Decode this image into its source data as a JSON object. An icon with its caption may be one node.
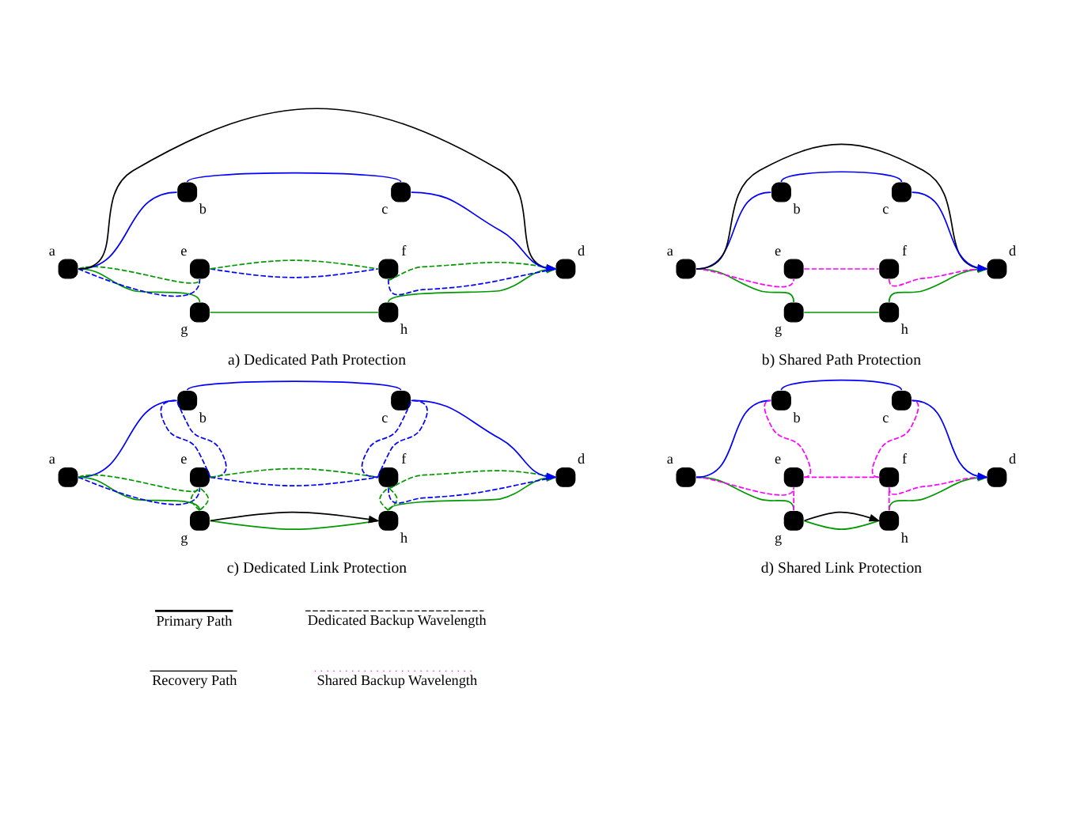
{
  "diagram": {
    "nodes": [
      {
        "text": [],
        "shape": "circle",
        "beside": [
          "a"
        ]
      },
      {
        "text": [],
        "shape": "circle",
        "beside": [
          "b"
        ]
      },
      {
        "text": [],
        "shape": "circle",
        "beside": [
          "c"
        ]
      },
      {
        "text": [],
        "shape": "circle",
        "beside": [
          "d"
        ]
      },
      {
        "text": [],
        "shape": "circle",
        "beside": [
          "e"
        ]
      },
      {
        "text": [],
        "shape": "circle",
        "beside": [
          "f"
        ]
      },
      {
        "text": [],
        "shape": "circle",
        "beside": [
          "g"
        ]
      },
      {
        "text": [],
        "shape": "circle",
        "beside": [
          "h"
        ]
      },
      {
        "text": [],
        "shape": "circle",
        "beside": [
          "a"
        ]
      },
      {
        "text": [],
        "shape": "circle",
        "beside": [
          "b"
        ]
      },
      {
        "text": [],
        "shape": "circle",
        "beside": [
          "c"
        ]
      },
      {
        "text": [],
        "shape": "circle",
        "beside": [
          "d"
        ]
      },
      {
        "text": [],
        "shape": "circle",
        "beside": [
          "e"
        ]
      },
      {
        "text": [],
        "shape": "circle",
        "beside": [
          "f"
        ]
      },
      {
        "text": [],
        "shape": "circle",
        "beside": [
          "g"
        ]
      },
      {
        "text": [],
        "shape": "circle",
        "beside": [
          "h"
        ]
      },
      {
        "text": [],
        "shape": "circle",
        "beside": [
          "a"
        ]
      },
      {
        "text": [],
        "shape": "circle",
        "beside": [
          "b"
        ]
      },
      {
        "text": [],
        "shape": "circle",
        "beside": [
          "c"
        ]
      },
      {
        "text": [],
        "shape": "circle",
        "beside": [
          "d"
        ]
      },
      {
        "text": [],
        "shape": "circle",
        "beside": [
          "e"
        ]
      },
      {
        "text": [],
        "shape": "circle",
        "beside": [
          "f"
        ]
      },
      {
        "text": [],
        "shape": "circle",
        "beside": [
          "g"
        ]
      },
      {
        "text": [],
        "shape": "circle",
        "beside": [
          "h"
        ]
      },
      {
        "text": [],
        "shape": "circle",
        "beside": [
          "a"
        ]
      },
      {
        "text": [],
        "shape": "circle",
        "beside": [
          "b"
        ]
      },
      {
        "text": [],
        "shape": "circle",
        "beside": [
          "c"
        ]
      },
      {
        "text": [],
        "shape": "circle",
        "beside": [
          "d"
        ]
      },
      {
        "text": [],
        "shape": "circle",
        "beside": [
          "e"
        ]
      },
      {
        "text": [],
        "shape": "circle",
        "beside": [
          "f"
        ]
      },
      {
        "text": [],
        "shape": "circle",
        "beside": [
          "g"
        ]
      },
      {
        "text": [],
        "shape": "circle",
        "beside": [
          "h"
        ]
      }
    ],
    "edges": [
      {
        "from": 0,
        "to": 1,
        "arrow": "none",
        "color": "#0000ff"
      },
      {
        "from": 1,
        "to": 2,
        "arrow": "none",
        "color": "#0000ff"
      },
      {
        "from": 2,
        "to": 3,
        "arrow": "to",
        "color": "#0000ff"
      },
      {
        "from": 0,
        "to": 6,
        "arrow": "none",
        "color": "#009900"
      },
      {
        "from": 6,
        "to": 7,
        "arrow": "none",
        "color": "#009900"
      },
      {
        "from": 7,
        "to": 3,
        "arrow": "to",
        "color": "#009900"
      },
      {
        "from": 0,
        "to": 4,
        "arrow": "none",
        "style": "dashed",
        "color": "#0000ff"
      },
      {
        "from": 4,
        "to": 5,
        "arrow": "none",
        "style": "dashed",
        "color": "#0000ff"
      },
      {
        "from": 5,
        "to": 3,
        "arrow": "none",
        "style": "dashed",
        "color": "#0000ff"
      },
      {
        "from": 0,
        "to": 4,
        "arrow": "none",
        "style": "dashed",
        "color": "#009900"
      },
      {
        "from": 4,
        "to": 5,
        "arrow": "none",
        "style": "dashed",
        "color": "#009900"
      },
      {
        "from": 5,
        "to": 3,
        "arrow": "none",
        "style": "dashed",
        "color": "#009900"
      },
      {
        "from": 0,
        "to": 3,
        "arrow": "to",
        "color": "#000000"
      },
      {
        "from": 8,
        "to": 9,
        "arrow": "none",
        "color": "#0000ff"
      },
      {
        "from": 9,
        "to": 10,
        "arrow": "none",
        "color": "#0000ff"
      },
      {
        "from": 10,
        "to": 11,
        "arrow": "to",
        "color": "#0000ff"
      },
      {
        "from": 8,
        "to": 14,
        "arrow": "none",
        "color": "#009900"
      },
      {
        "from": 14,
        "to": 15,
        "arrow": "none",
        "color": "#009900"
      },
      {
        "from": 15,
        "to": 11,
        "arrow": "to",
        "color": "#009900"
      },
      {
        "from": 8,
        "to": 12,
        "arrow": "none",
        "style": "dashed",
        "color": "#ff00ff"
      },
      {
        "from": 12,
        "to": 13,
        "arrow": "none",
        "style": "dashed",
        "color": "#ff00ff"
      },
      {
        "from": 13,
        "to": 11,
        "arrow": "none",
        "style": "dashed",
        "color": "#ff00ff"
      },
      {
        "from": 8,
        "to": 11,
        "arrow": "to",
        "color": "#000000"
      },
      {
        "from": 16,
        "to": 17,
        "arrow": "none",
        "color": "#0000ff"
      },
      {
        "from": 17,
        "to": 18,
        "arrow": "none",
        "color": "#0000ff"
      },
      {
        "from": 18,
        "to": 19,
        "arrow": "to",
        "color": "#0000ff"
      },
      {
        "from": 16,
        "to": 22,
        "arrow": "none",
        "color": "#009900"
      },
      {
        "from": 22,
        "to": 23,
        "arrow": "none",
        "color": "#009900"
      },
      {
        "from": 23,
        "to": 19,
        "arrow": "to",
        "color": "#009900"
      },
      {
        "from": 16,
        "to": 20,
        "arrow": "none",
        "style": "dashed",
        "color": "#0000ff"
      },
      {
        "from": 20,
        "to": 21,
        "arrow": "none",
        "style": "dashed",
        "color": "#0000ff"
      },
      {
        "from": 21,
        "to": 19,
        "arrow": "none",
        "style": "dashed",
        "color": "#0000ff"
      },
      {
        "from": 16,
        "to": 20,
        "arrow": "none",
        "style": "dashed",
        "color": "#009900"
      },
      {
        "from": 20,
        "to": 21,
        "arrow": "none",
        "style": "dashed",
        "color": "#009900"
      },
      {
        "from": 21,
        "to": 19,
        "arrow": "none",
        "style": "dashed",
        "color": "#009900"
      },
      {
        "from": 17,
        "to": 20,
        "arrow": "none",
        "style": "dashed",
        "color": "#0000ff"
      },
      {
        "from": 17,
        "to": 20,
        "arrow": "none",
        "style": "dashed",
        "color": "#0000ff"
      },
      {
        "from": 18,
        "to": 21,
        "arrow": "none",
        "style": "dashed",
        "color": "#0000ff"
      },
      {
        "from": 18,
        "to": 21,
        "arrow": "none",
        "style": "dashed",
        "color": "#0000ff"
      },
      {
        "from": 20,
        "to": 22,
        "arrow": "none",
        "style": "dashed",
        "color": "#009900"
      },
      {
        "from": 20,
        "to": 22,
        "arrow": "none",
        "style": "dashed",
        "color": "#009900"
      },
      {
        "from": 21,
        "to": 23,
        "arrow": "none",
        "style": "dashed",
        "color": "#009900"
      },
      {
        "from": 21,
        "to": 23,
        "arrow": "none",
        "style": "dashed",
        "color": "#009900"
      },
      {
        "from": 22,
        "to": 23,
        "arrow": "to",
        "color": "#000000"
      },
      {
        "from": 24,
        "to": 25,
        "arrow": "none",
        "color": "#0000ff"
      },
      {
        "from": 25,
        "to": 26,
        "arrow": "none",
        "color": "#0000ff"
      },
      {
        "from": 26,
        "to": 27,
        "arrow": "to",
        "color": "#0000ff"
      },
      {
        "from": 24,
        "to": 30,
        "arrow": "none",
        "color": "#009900"
      },
      {
        "from": 30,
        "to": 31,
        "arrow": "none",
        "color": "#009900"
      },
      {
        "from": 31,
        "to": 27,
        "arrow": "to",
        "color": "#009900"
      },
      {
        "from": 24,
        "to": 28,
        "arrow": "none",
        "style": "dashed",
        "color": "#ff00ff"
      },
      {
        "from": 28,
        "to": 29,
        "arrow": "none",
        "style": "dashed",
        "color": "#ff00ff"
      },
      {
        "from": 29,
        "to": 27,
        "arrow": "none",
        "style": "dashed",
        "color": "#ff00ff"
      },
      {
        "from": 25,
        "to": 28,
        "arrow": "none",
        "style": "dashed",
        "color": "#ff00ff"
      },
      {
        "from": 26,
        "to": 29,
        "arrow": "none",
        "style": "dashed",
        "color": "#ff00ff"
      },
      {
        "from": 28,
        "to": 30,
        "arrow": "none",
        "style": "dashed",
        "color": "#ff00ff"
      },
      {
        "from": 29,
        "to": 31,
        "arrow": "none",
        "style": "dashed",
        "color": "#ff00ff"
      },
      {
        "from": 30,
        "to": 31,
        "arrow": "to",
        "color": "#000000"
      }
    ],
    "labels": [
      "a) Dedicated Path Protection",
      "b) Shared Path Protection",
      "c) Dedicated Link Protection",
      "d) Shared Link Protection"
    ],
    "legend": [
      {
        "text": "Primary Path"
      },
      {
        "text": "Recovery Path"
      },
      {
        "text": "Dedicated Backup Wavelength"
      },
      {
        "text": "Shared Backup Wavelength"
      }
    ]
  }
}
